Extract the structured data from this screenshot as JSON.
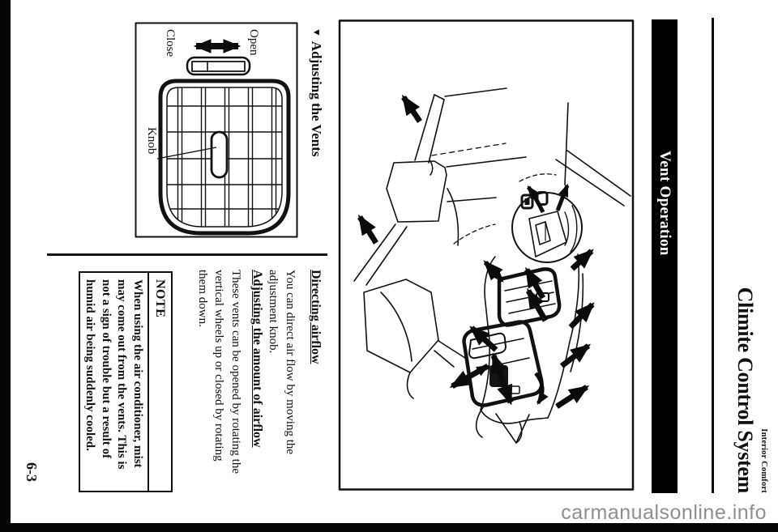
{
  "header": {
    "eyebrow": "Interior Comfort",
    "title": "Climite Control System"
  },
  "banner": {
    "title": "Vent Operation"
  },
  "figure_vents": {
    "marker": "▼",
    "heading": "Adjusting the Vents",
    "label_open": "Open",
    "label_close": "Close",
    "label_knob": "Knob"
  },
  "sections": [
    {
      "heading": "Directing airflow",
      "lines": [
        "You can direct air flow by moving the",
        "adjustment knob."
      ]
    },
    {
      "heading": "Adjusting the amount of airflow",
      "lines": [
        "These vents can be opened by rotating the",
        "vertical wheels up or closed by rotating",
        "them down."
      ]
    }
  ],
  "note": {
    "label": "NOTE",
    "lines": [
      "When using the air conditioner, mist",
      "may come out from the vents. This is",
      "not a sign of trouble but a result of",
      "humid air being suddenly cooled."
    ]
  },
  "page_number": "6-3",
  "watermark": "carmanualsonline.info",
  "colors": {
    "ink": "#111111",
    "banner_bg": "#000000",
    "watermark": "#8f8f8f"
  }
}
